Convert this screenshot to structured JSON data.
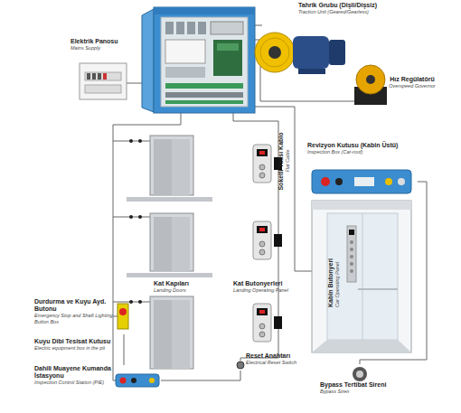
{
  "diagram": {
    "nodes": [
      {
        "text": [
          "Elektrik Panosu",
          "Mains Supply"
        ]
      },
      {
        "text": [
          "Tahrik Grubu (Dişli/Dişsiz)",
          "Traction Unit (Geared/Gearless)"
        ]
      },
      {
        "text": [
          "Hız Regülatörü",
          "Overspeed Governor"
        ]
      },
      {
        "text": [
          "Kat Kapıları",
          "Landing Doors"
        ]
      },
      {
        "text": [
          "Kat Butonyerleri",
          "Landing Operating Panel"
        ]
      },
      {
        "text": [
          "Revizyon Kutusu (Kabin Üstü)",
          "Inspection Box (Car-roof)"
        ]
      },
      {
        "text": [
          "Kabin Butonyeri",
          "Car Operating Panel"
        ]
      },
      {
        "text": [
          "Durdurma ve Kuyu Ayd. Butonu",
          "Emergency Stop and Shaft Lighting Button Box"
        ]
      },
      {
        "text": [
          "Kuyu Dibi Tesisat Kutusu",
          "Electric equipment box in the pit"
        ]
      },
      {
        "text": [
          "Dahili Muayene Kumanda İstasyonu",
          "Inspection Control Station (PIE)"
        ]
      },
      {
        "text": [
          "Reset Anahtarı",
          "Electrical Reset Switch"
        ]
      },
      {
        "text": [
          "Bypass Tertibat Sireni",
          "Bypass Siren"
        ]
      }
    ],
    "edges": [
      {
        "from": 5,
        "to": 11,
        "arrow": "none"
      },
      {
        "from": 7,
        "to": 9,
        "arrow": "none"
      },
      {
        "from": 9,
        "to": 10,
        "arrow": "none"
      }
    ],
    "labels": [
      "Soketli Yassı Kablo",
      "Flat Cable"
    ]
  }
}
